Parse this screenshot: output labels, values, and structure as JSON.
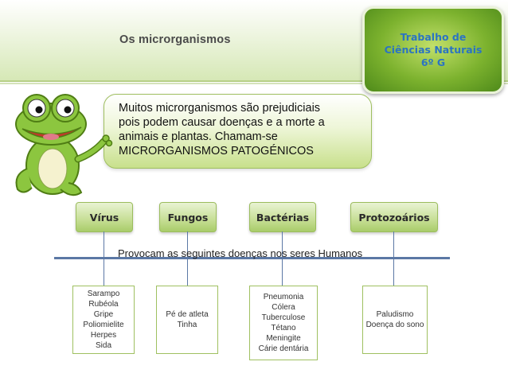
{
  "header": {
    "title": "Os microrganismos",
    "badge_lines": [
      "Trabalho de",
      "Ciências Naturais",
      "6º G"
    ]
  },
  "bubble": {
    "lines": [
      "Muitos microrganismos são prejudiciais",
      "pois podem causar doenças e a morte a",
      "animais e plantas. Chamam-se",
      "MICRORGANISMOS PATOGÉNICOS"
    ]
  },
  "categories": [
    {
      "label": "Vírus",
      "diseases": [
        "Sarampo",
        "Rubéola",
        "Gripe",
        "Poliomielite",
        "Herpes",
        "Sida"
      ]
    },
    {
      "label": "Fungos",
      "diseases": [
        "Pé de atleta",
        "Tinha"
      ]
    },
    {
      "label": "Bactérias",
      "diseases": [
        "Pneumonia",
        "Cólera",
        "Tuberculose",
        "Tétano",
        "Meningite",
        "Cárie dentária"
      ]
    },
    {
      "label": "Protozoários",
      "diseases": [
        "Paludismo",
        "Doença do sono"
      ]
    }
  ],
  "subtitle": "Provocam as seguintes doenças nos seres Humanos",
  "colors": {
    "accent_green": "#7cb22e",
    "badge_text": "#2b74c2",
    "line_blue": "#5b78a5"
  }
}
